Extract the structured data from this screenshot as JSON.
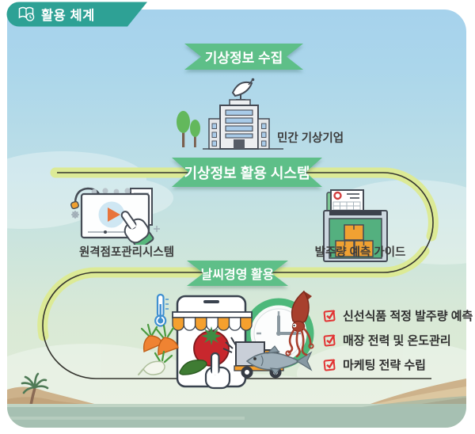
{
  "badge": {
    "label": "활용 체계",
    "icon": "book-clock-icon"
  },
  "stages": {
    "collect": {
      "title": "기상정보 수집",
      "caption": "민간 기상기업",
      "icon": "satellite-building-icon"
    },
    "system": {
      "title": "기상정보 활용 시스템",
      "left_caption": "원격점포관리시스템",
      "left_icon": "remote-store-video-icon",
      "right_caption": "발주량 예측 가이드",
      "right_icon": "order-guide-box-icon"
    },
    "apply": {
      "title": "날씨경영 활용",
      "icons": [
        "thermometer-icon",
        "store-phone-icon",
        "tomato-icon",
        "clock-icon",
        "truck-icon",
        "squid-icon",
        "fish-icon",
        "carrot-icon",
        "radish-icon",
        "cucumber-icon"
      ],
      "checklist": [
        "신선식품 적정 발주량 예측",
        "매장 전력 및 온도관리",
        "마케팅 전략 수립"
      ]
    }
  },
  "colors": {
    "badge_teal": "#2ea195",
    "ribbon_green": "#5ebf88",
    "flow_band_yellow_green": "#dcea96",
    "flow_line_dark": "#35352f",
    "check_red": "#e23333",
    "clock_ring_green": "#4db87a",
    "accent_orange": "#f5a02e",
    "sky_blue": "#a6d2ec",
    "water_sage": "#a6c0b2",
    "sand_tan": "#cdb28b"
  }
}
